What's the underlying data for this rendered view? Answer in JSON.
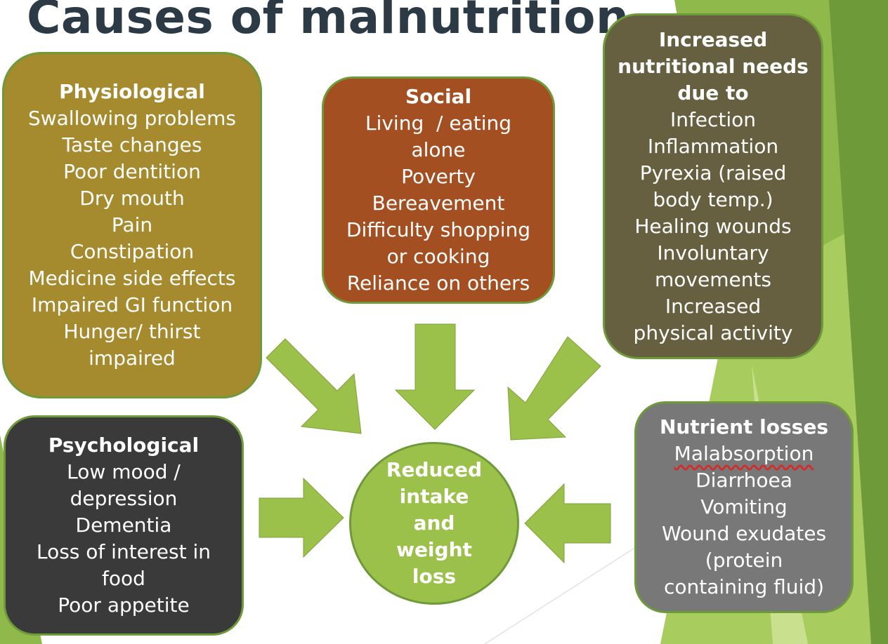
{
  "title": "Causes of malnutrition",
  "physiological": {
    "heading": "Physiological",
    "items": [
      "Swallowing problems",
      "Taste changes",
      "Poor dentition",
      "Dry mouth",
      "Pain",
      "Constipation",
      "Medicine side effects",
      "Impaired GI function",
      "Hunger/ thirst",
      "impaired"
    ]
  },
  "social": {
    "heading": "Social",
    "items": [
      "Living  / eating",
      "alone",
      "Poverty",
      "Bereavement",
      "Difficulty shopping",
      "or cooking",
      "Reliance on others"
    ]
  },
  "needs": {
    "heading_lines": [
      "Increased",
      "nutritional needs",
      "due to"
    ],
    "items": [
      "Infection",
      "Inflammation",
      "Pyrexia (raised",
      "body temp.)",
      "Healing wounds",
      "Involuntary",
      "movements",
      "Increased",
      "physical activity"
    ]
  },
  "psychological": {
    "heading": "Psychological",
    "items": [
      "Low mood /",
      "depression",
      "Dementia",
      "Loss of interest in",
      "food",
      "Poor appetite"
    ]
  },
  "losses": {
    "heading": "Nutrient losses",
    "first_item": "Malabsorption",
    "items": [
      "Diarrhoea",
      "Vomiting",
      "Wound exudates",
      "(protein",
      "containing fluid)"
    ]
  },
  "center": {
    "lines": [
      "Reduced",
      "intake",
      "and",
      "weight",
      "loss"
    ]
  },
  "colors": {
    "title": "#2b3a44",
    "physiological": "#a68a2e",
    "social": "#a44f21",
    "needs": "#665f40",
    "psychological": "#3a3a3a",
    "losses": "#787878",
    "center": "#9cc14a",
    "arrow": "#9cc14a",
    "border": "#6f9a3a"
  }
}
